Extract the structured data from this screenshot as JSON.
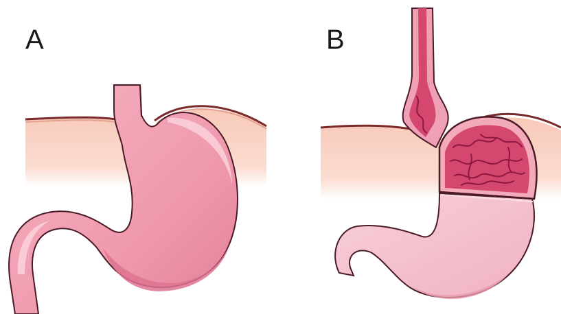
{
  "labels": {
    "a": "A",
    "b": "B"
  },
  "colors": {
    "diaphragm_fill": "#f9d2c4",
    "diaphragm_line": "#7a2a2a",
    "stomach": "#f2a3b6",
    "stomach_dark": "#e27c98",
    "stomach_light": "#f8c4d1",
    "hernia_inner": "#d4476f",
    "hernia_folds": "#8e1840",
    "outline": "#4a1a26",
    "lower_stomach_pale": "#f6c7d3"
  },
  "icons": {
    "a": "stomach-illustration",
    "b": "hiatal-hernia-illustration"
  }
}
